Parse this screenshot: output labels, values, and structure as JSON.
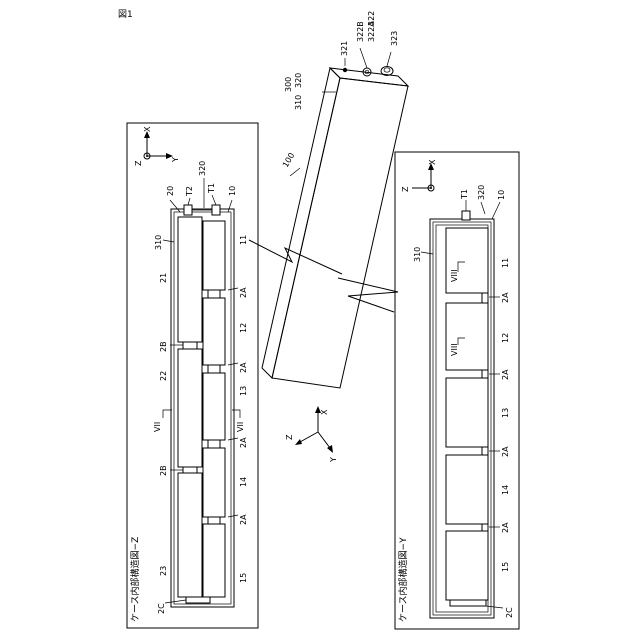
{
  "figure": {
    "title": "図1"
  },
  "perspective": {
    "label_300": "300",
    "label_310": "310",
    "label_320": "320",
    "label_100": "100",
    "label_321": "321",
    "label_322": "322",
    "label_322B": "322B",
    "label_322A": "322A",
    "label_323": "323"
  },
  "center_axes": {
    "x": "X",
    "y": "Y",
    "z": "Z"
  },
  "panel_z": {
    "caption": "ケース内部構造図−Z",
    "axis_x": "X",
    "axis_y": "Y",
    "axis_z": "Z",
    "labels": {
      "l20": "20",
      "lT2": "T2",
      "l320": "320",
      "lT1": "T1",
      "l10": "10",
      "l310": "310",
      "l21": "21",
      "l2B1": "2B",
      "l22": "22",
      "lVIIa": "VII",
      "l2B2": "2B",
      "l23": "23",
      "l2C": "2C",
      "lVIIb": "VII",
      "l11": "11",
      "l12": "12",
      "l13": "13",
      "l14": "14",
      "l15": "15",
      "l2A1": "2A",
      "l2A2": "2A",
      "l2A3": "2A",
      "l2A4": "2A"
    }
  },
  "panel_y": {
    "caption": "ケース内部構造図−Y",
    "axis_x": "X",
    "axis_z": "Z",
    "labels": {
      "lT1": "T1",
      "l320": "320",
      "l10": "10",
      "l310": "310",
      "lVIIIa": "VIII",
      "lVIIIb": "VIII",
      "l11": "11",
      "l12": "12",
      "l13": "13",
      "l14": "14",
      "l15": "15",
      "l2A1": "2A",
      "l2A2": "2A",
      "l2A3": "2A",
      "l2A4": "2A",
      "l2C": "2C"
    }
  }
}
